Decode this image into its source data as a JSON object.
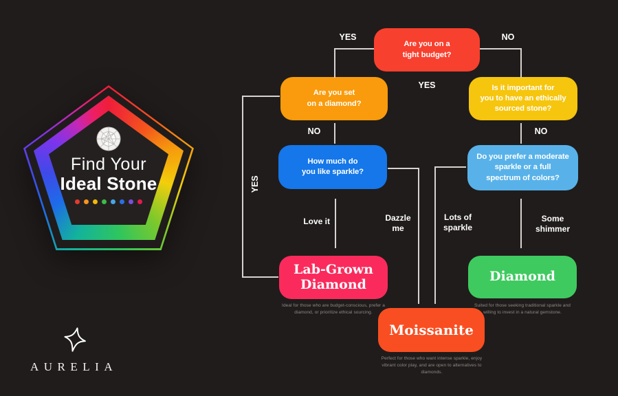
{
  "emblem": {
    "heading_line1": "Find Your",
    "heading_line2": "Ideal Stone",
    "dot_colors": [
      "#e23b2e",
      "#f7941d",
      "#f0b90b",
      "#3dbb4a",
      "#45a7e6",
      "#2b6fe0",
      "#7a4fd8",
      "#e31b4e"
    ]
  },
  "brand": {
    "name": "AURELIA"
  },
  "colors": {
    "budget": "#f8402e",
    "qdiamond": "#f99b0c",
    "ethical": "#f6c50e",
    "sparkle": "#1577e9",
    "moderate": "#58b2e9",
    "labgrown": "#fa2b5c",
    "diamond": "#3fca60",
    "moissanite": "#f94e21",
    "connector_line": "#d6d3d1",
    "background": "#201c1b"
  },
  "flow": {
    "questions": {
      "budget": "Are you on a\ntight budget?",
      "qdiamond": "Are you set\non a diamond?",
      "ethical": "Is it important for\nyou to have an ethically\nsourced stone?",
      "sparkle": "How much do\nyou like sparkle?",
      "moderate": "Do you prefer a moderate\nsparkle or a full\nspectrum of colors?"
    },
    "labels": {
      "yes_top_left": "YES",
      "no_top_right": "NO",
      "yes_middle": "YES",
      "no_under_qdiamond": "NO",
      "no_under_ethical": "NO",
      "yes_left_bracket": "YES",
      "love_it": "Love it",
      "dazzle_me": "Dazzle\nme",
      "lots_of_sparkle": "Lots of\nsparkle",
      "some_shimmer": "Some\nshimmer"
    },
    "results": {
      "labgrown": {
        "title": "Lab-Grown\nDiamond",
        "desc": "Ideal for those who are budget-conscious, prefer a\ndiamond, or prioritize ethical sourcing."
      },
      "diamond": {
        "title": "Diamond",
        "desc": "Suited for those seeking traditional sparkle and\nwilling to invest in a natural gemstone."
      },
      "moissanite": {
        "title": "Moissanite",
        "desc": "Perfect for those who want intense sparkle, enjoy\nvibrant color play, and are open to alternatives to\ndiamonds."
      }
    },
    "edges": [
      {
        "from": "budget",
        "label": "YES",
        "to": "qdiamond"
      },
      {
        "from": "budget",
        "label": "NO",
        "to": "ethical"
      },
      {
        "from": "budget",
        "label": "YES",
        "to": "moissanite"
      },
      {
        "from": "qdiamond",
        "label": "YES",
        "to": "labgrown"
      },
      {
        "from": "qdiamond",
        "label": "NO",
        "to": "sparkle"
      },
      {
        "from": "ethical",
        "label": "NO",
        "to": "moderate"
      },
      {
        "from": "sparkle",
        "label": "Love it",
        "to": "labgrown"
      },
      {
        "from": "sparkle",
        "label": "Dazzle me",
        "to": "moissanite"
      },
      {
        "from": "moderate",
        "label": "Lots of sparkle",
        "to": "moissanite"
      },
      {
        "from": "moderate",
        "label": "Some shimmer",
        "to": "diamond"
      }
    ]
  }
}
